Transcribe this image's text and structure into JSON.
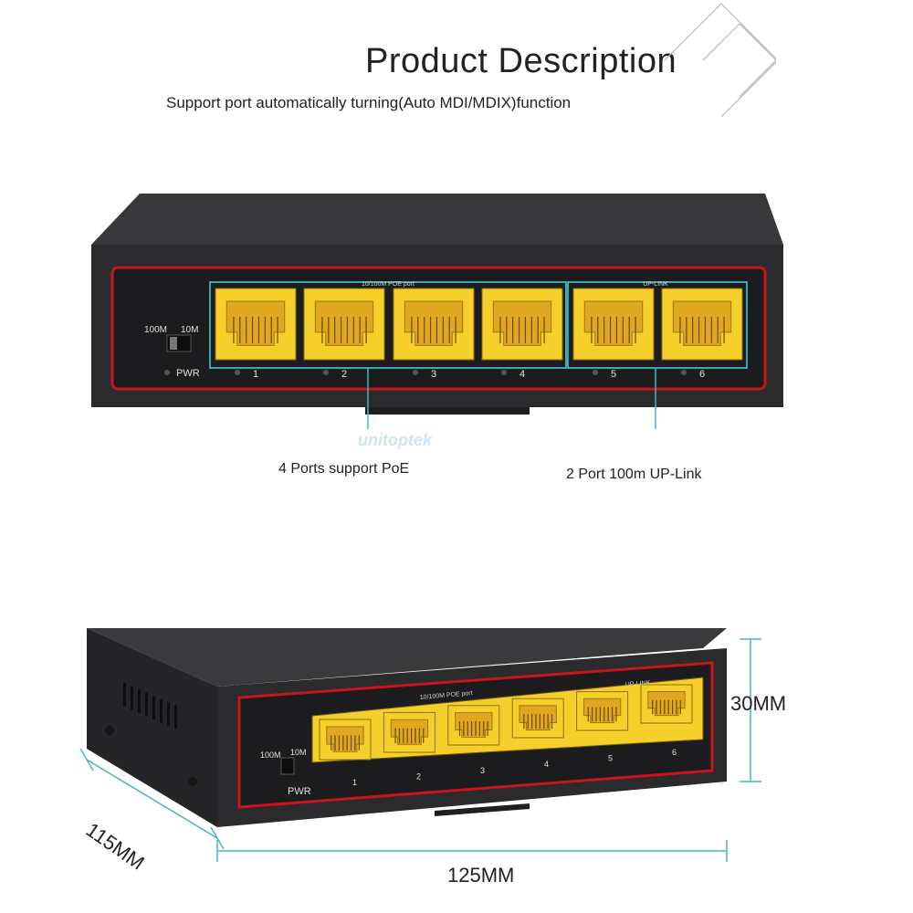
{
  "header": {
    "title": "Product Description",
    "subtitle": "Support port automatically turning(Auto MDI/MDIX)function"
  },
  "top_switch": {
    "poe_group_label": "10/100M POE port",
    "uplink_group_label": "UP-LINK",
    "speed_labels": [
      "100M",
      "10M"
    ],
    "power_label": "PWR",
    "port_numbers": [
      "1",
      "2",
      "3",
      "4",
      "5",
      "6"
    ]
  },
  "watermark": "unitoptek",
  "callouts": {
    "poe": "4 Ports support PoE",
    "uplink": "2 Port 100m UP-Link"
  },
  "bottom_switch": {
    "poe_group_label": "10/100M POE port",
    "uplink_group_label": "UP-LINK",
    "speed_labels": [
      "100M",
      "10M"
    ],
    "power_label": "PWR",
    "port_numbers": [
      "1",
      "2",
      "3",
      "4",
      "5",
      "6"
    ]
  },
  "dimensions": {
    "height": "30MM",
    "depth": "115MM",
    "width": "125MM"
  },
  "colors": {
    "chassis": "#2b2b2d",
    "faceplate": "#1a1a1c",
    "accent_red": "#c8141c",
    "port_yellow": "#f6cf2a",
    "callout_cyan": "#3fb8c6"
  }
}
